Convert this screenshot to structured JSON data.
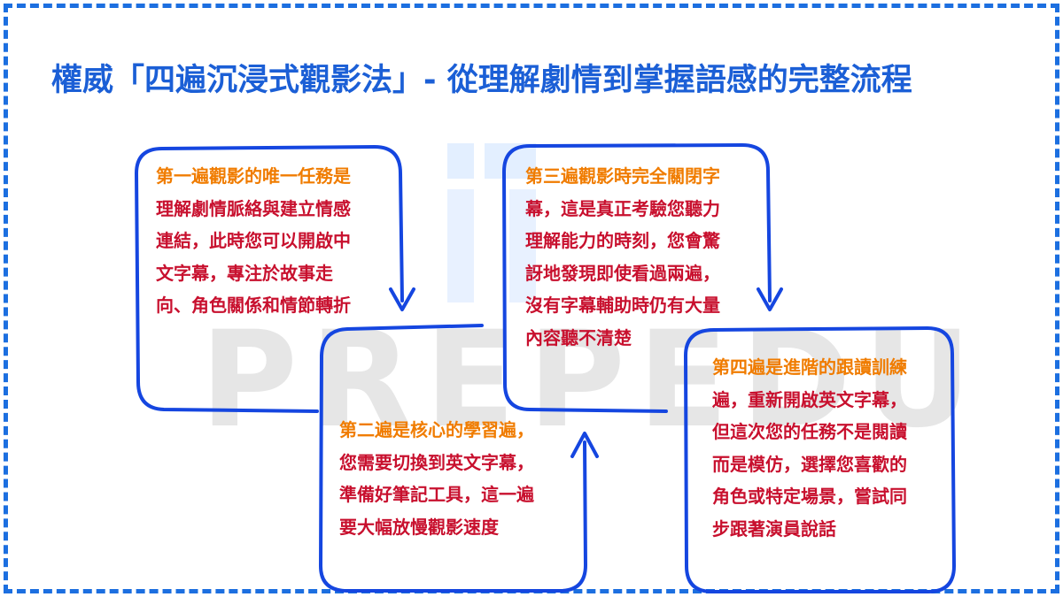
{
  "title": "權威「四遍沉浸式觀影法」- 從理解劇情到掌握語感的完整流程",
  "watermark": {
    "text": "PREPEDU"
  },
  "colors": {
    "accent": "#1b5fd6",
    "highlight": "#f07c00",
    "body_text": "#c8102e",
    "watermark": "#e6e6e6"
  },
  "steps": [
    {
      "highlight": "第一遍觀影的唯一任務是",
      "lines": [
        "理解劇情脈絡與建立情感",
        "連結，此時您可以開啟中",
        "文字幕，專注於故事走",
        "向、角色關係和情節轉折"
      ],
      "arrow": "down-arrow-icon"
    },
    {
      "highlight": "第二遍是核心的學習遍，",
      "lines": [
        "您需要切換到英文字幕，",
        "準備好筆記工具，這一遍",
        "要大幅放慢觀影速度"
      ],
      "arrow": "up-arrow-icon"
    },
    {
      "highlight": "第三遍觀影時完全關閉字",
      "lines": [
        "幕，這是真正考驗您聽力",
        "理解能力的時刻，您會驚",
        "訝地發現即使看過兩遍，",
        "沒有字幕輔助時仍有大量",
        "內容聽不清楚"
      ],
      "arrow": "down-arrow-icon"
    },
    {
      "highlight": "第四遍是進階的跟讀訓練",
      "lines": [
        "遍，重新開啟英文字幕，",
        "但這次您的任務不是閱讀",
        "而是模仿，選擇您喜歡的",
        "角色或特定場景，嘗試同",
        "步跟著演員說話"
      ],
      "arrow": ""
    }
  ]
}
